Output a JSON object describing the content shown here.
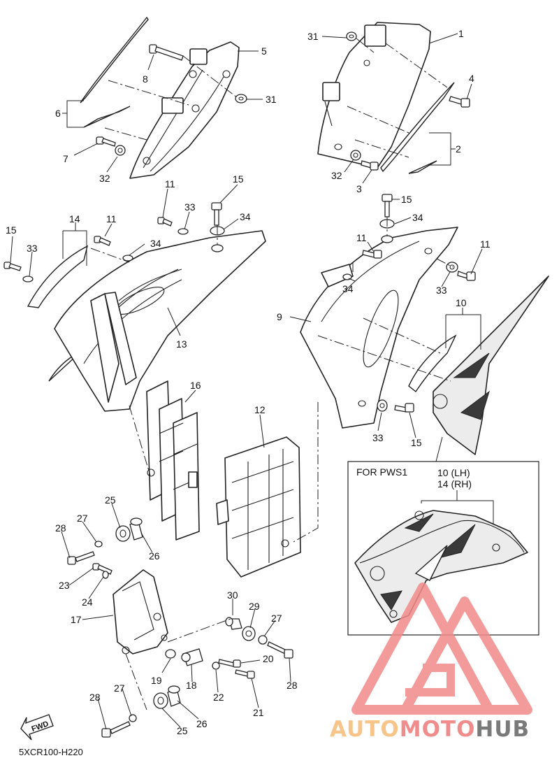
{
  "callouts": {
    "n1": "1",
    "n2": "2",
    "n3": "3",
    "n4": "4",
    "n5": "5",
    "n6": "6",
    "n7": "7",
    "n8": "8",
    "n9": "9",
    "n10": "10",
    "n11": "11",
    "n12": "12",
    "n13": "13",
    "n14": "14",
    "n15": "15",
    "n16": "16",
    "n17": "17",
    "n18": "18",
    "n19": "19",
    "n20": "20",
    "n21": "21",
    "n22": "22",
    "n23": "23",
    "n24": "24",
    "n25": "25",
    "n26": "26",
    "n27": "27",
    "n28": "28",
    "n29": "29",
    "n30": "30",
    "n31": "31",
    "n32": "32",
    "n33": "33",
    "n34": "34"
  },
  "variant_box": {
    "title": "FOR PWS1",
    "line1": "10 (LH)",
    "line2": "14 (RH)"
  },
  "direction_marker": "FWD",
  "diagram_code": "5XCR100-H220",
  "watermark": {
    "part1": "AUTO",
    "part2": "MOTO",
    "part3": "HUB",
    "color_auto": "#f7c48a",
    "color_moto": "#f08c8c",
    "color_hub": "#7a7a7a"
  }
}
